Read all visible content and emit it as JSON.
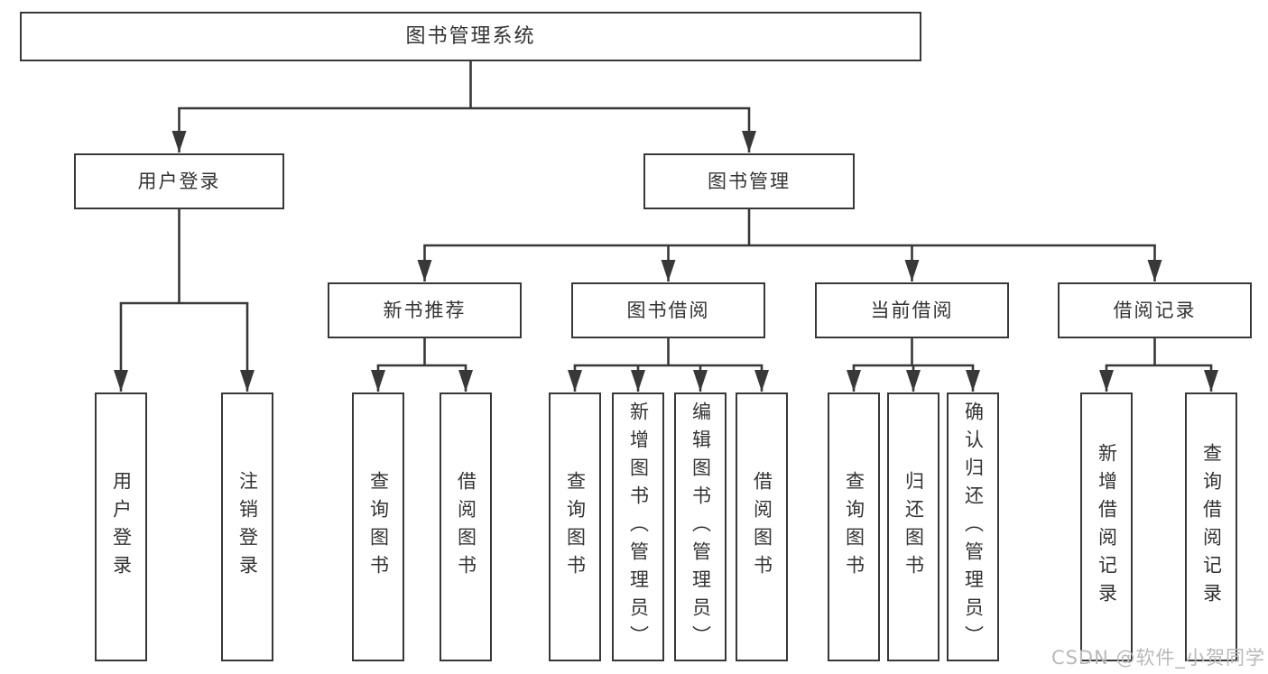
{
  "diagram": {
    "type": "hierarchy-tree",
    "root": {
      "label": "图书管理系统",
      "children": [
        {
          "label": "用户登录",
          "children": [
            {
              "label": "用户登录"
            },
            {
              "label": "注销登录"
            }
          ]
        },
        {
          "label": "图书管理",
          "children": [
            {
              "label": "新书推荐",
              "children": [
                {
                  "label": "查询图书"
                },
                {
                  "label": "借阅图书"
                }
              ]
            },
            {
              "label": "图书借阅",
              "children": [
                {
                  "label": "查询图书"
                },
                {
                  "label": "新增图书（管理员）"
                },
                {
                  "label": "编辑图书（管理员）"
                },
                {
                  "label": "借阅图书"
                }
              ]
            },
            {
              "label": "当前借阅",
              "children": [
                {
                  "label": "查询图书"
                },
                {
                  "label": "归还图书"
                },
                {
                  "label": "确认归还（管理员）"
                }
              ]
            },
            {
              "label": "借阅记录",
              "children": [
                {
                  "label": "新增借阅记录"
                },
                {
                  "label": "查询借阅记录"
                }
              ]
            }
          ]
        }
      ]
    }
  },
  "colors": {
    "line": "#383838",
    "box_border": "#383838",
    "text": "#333333",
    "background": "#ffffff",
    "watermark": "#b9b9b9"
  },
  "watermark": {
    "text": "CSDN @软件_小贺同学"
  }
}
